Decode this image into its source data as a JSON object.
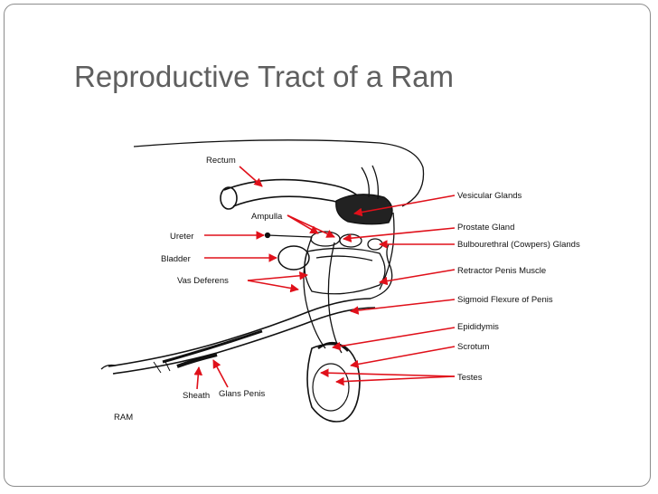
{
  "slide": {
    "title": "Reproductive Tract of a Ram"
  },
  "diagram": {
    "accent_color": "#e0101a",
    "labels": {
      "rectum": "Rectum",
      "ampulla": "Ampulla",
      "ureter": "Ureter",
      "bladder": "Bladder",
      "vas_deferens": "Vas Deferens",
      "sheath": "Sheath",
      "glans_penis": "Glans Penis",
      "ram": "RAM",
      "vesicular_glands": "Vesicular Glands",
      "prostate_gland": "Prostate Gland",
      "bulbourethral_glands": "Bulbourethral (Cowpers) Glands",
      "retractor_penis_muscle": "Retractor Penis Muscle",
      "sigmoid_flexure": "Sigmoid Flexure of Penis",
      "epididymis": "Epididymis",
      "scrotum": "Scrotum",
      "testes": "Testes"
    }
  }
}
